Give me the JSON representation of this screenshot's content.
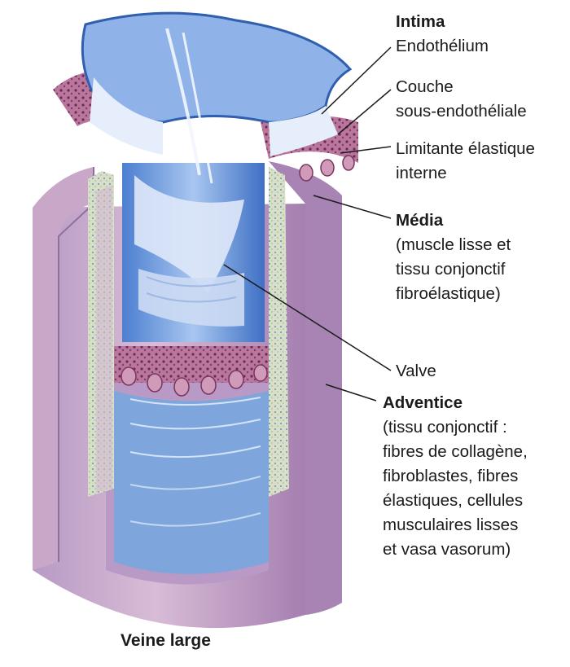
{
  "caption": "Veine large",
  "labels": {
    "intima": {
      "title": "Intima"
    },
    "endothelium": {
      "text": "Endothélium"
    },
    "subendothelial": {
      "line1": "Couche",
      "line2": "sous-endothéliale"
    },
    "internal_elastic": {
      "line1": "Limitante élastique",
      "line2": "interne"
    },
    "media": {
      "title": "Média",
      "line1": "(muscle lisse et",
      "line2": "tissu conjonctif",
      "line3": "fibroélastique)"
    },
    "valve": {
      "text": "Valve"
    },
    "adventitia": {
      "title": "Adventice",
      "line1": "(tissu conjonctif :",
      "line2": "fibres de collagène,",
      "line3": "fibroblastes, fibres",
      "line4": "élastiques, cellules",
      "line5": "musculaires lisses",
      "line6": "et vasa vasorum)"
    }
  },
  "colors": {
    "adventitia": "#c7a3c9",
    "media": "#d9c6d8",
    "intima_dots": "#8f3f6f",
    "lumen": "#8fb3e8",
    "lumen_dark": "#3f6fc0"
  }
}
